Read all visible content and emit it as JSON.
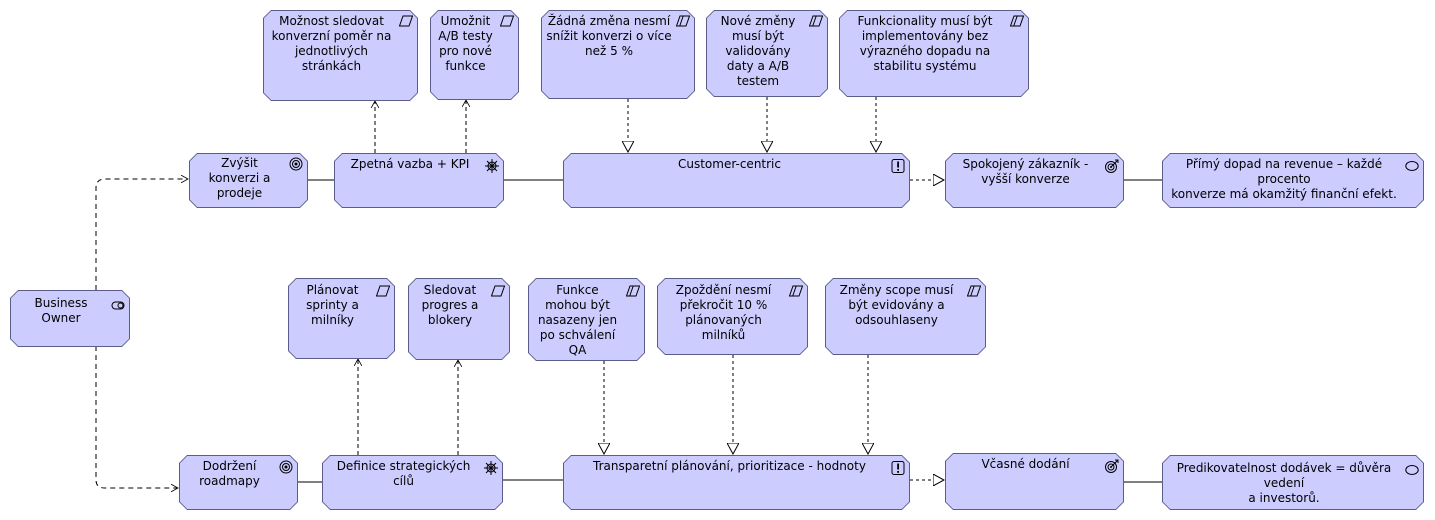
{
  "actor": {
    "label": "Business\nOwner"
  },
  "top_row": {
    "goal": "Zvýšit\nkonverzi a\nprodeje",
    "driver": "Zpetná vazba + KPI",
    "principle": "Customer-centric",
    "outcome": "Spokojený zákazník -\nvyšší konverze",
    "value": "Přímý dopad na revenue – každé procento\nkonverze má okamžitý finanční efekt.",
    "requirements": [
      "Možnost sledovat\nkonverzní poměr na\njednotlivých\nstránkách",
      "Umožnit\nA/B testy\npro nové\nfunkce"
    ],
    "constraints": [
      "Žádná změna nesmí\nsnížit konverzi o více\nnež 5 %",
      "Nové změny\nmusí být\nvalidovány\ndaty a A/B\ntestem",
      "Funkcionality musí být\nimplementovány bez\nvýrazného dopadu na\nstabilitu systému"
    ]
  },
  "bottom_row": {
    "goal": "Dodržení\nroadmapy",
    "driver": "Definice strategických cílů",
    "principle": "Transparetní plánování, prioritizace - hodnoty",
    "outcome": "Včasné dodání",
    "value": "Predikovatelnost dodávek = důvěra vedení\na investorů.",
    "requirements": [
      "Plánovat\nsprinty a\nmilníky",
      "Sledovat\nprogres a\nblokery"
    ],
    "constraints": [
      "Funkce\nmohou být\nnasazeny jen\npo schválení\nQA",
      "Zpoždění nesmí\npřekročit 10 %\nplánovaných\nmilníků",
      "Změny scope musí\nbýt evidovány a\nodsouhlaseny"
    ]
  },
  "icons": {
    "actor": "actor-icon",
    "goal": "goal-icon",
    "driver": "driver-icon",
    "principle": "principle-icon",
    "outcome": "outcome-icon",
    "value": "value-icon",
    "requirement": "requirement-icon",
    "constraint": "constraint-icon"
  },
  "colors": {
    "fill": "#ccccff",
    "stroke": "#5c5c8a",
    "line": "#000000"
  }
}
